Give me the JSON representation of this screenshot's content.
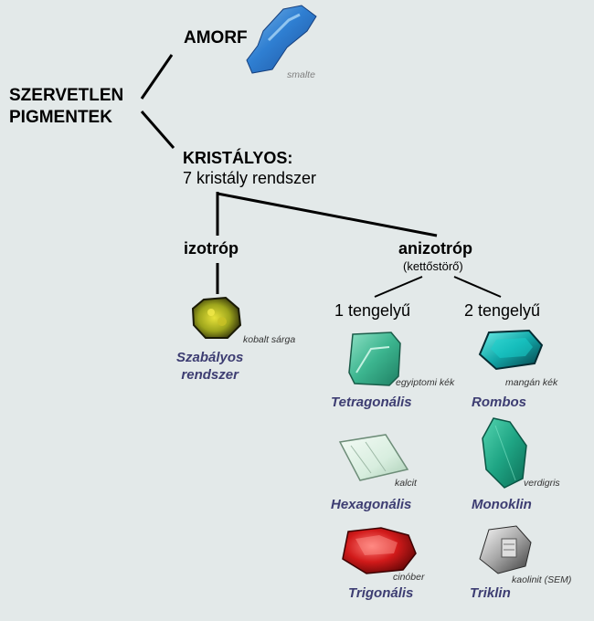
{
  "root": {
    "line1": "SZERVETLEN",
    "line2": "PIGMENTEK"
  },
  "amorf": {
    "label": "AMORF",
    "example": "smalte"
  },
  "kristalyos": {
    "label": "KRISTÁLYOS:",
    "sub": "7 kristály rendszer"
  },
  "izotrop": {
    "label": "izotróp",
    "example": "kobalt sárga",
    "system_line1": "Szabályos",
    "system_line2": "rendszer"
  },
  "anizotrop": {
    "label": "anizotróp",
    "note": "(kettőstörő)"
  },
  "uniaxial": {
    "label": "1 tengelyű"
  },
  "biaxial": {
    "label": "2 tengelyű"
  },
  "systems": {
    "tetragonal": {
      "name": "Tetragonális",
      "example": "egyiptomi kék"
    },
    "hexagonal": {
      "name": "Hexagonális",
      "example": "kalcit"
    },
    "trigonal": {
      "name": "Trigonális",
      "example": "cinóber"
    },
    "rhombic": {
      "name": "Rombos",
      "example": "mangán kék"
    },
    "monoclinic": {
      "name": "Monoklin",
      "example": "verdigris"
    },
    "triclinic": {
      "name": "Triklin",
      "example": "kaolinit (SEM)"
    }
  },
  "colors": {
    "system_label": "#3d3d72",
    "background": "#e3e9e9",
    "connector": "#000000"
  }
}
